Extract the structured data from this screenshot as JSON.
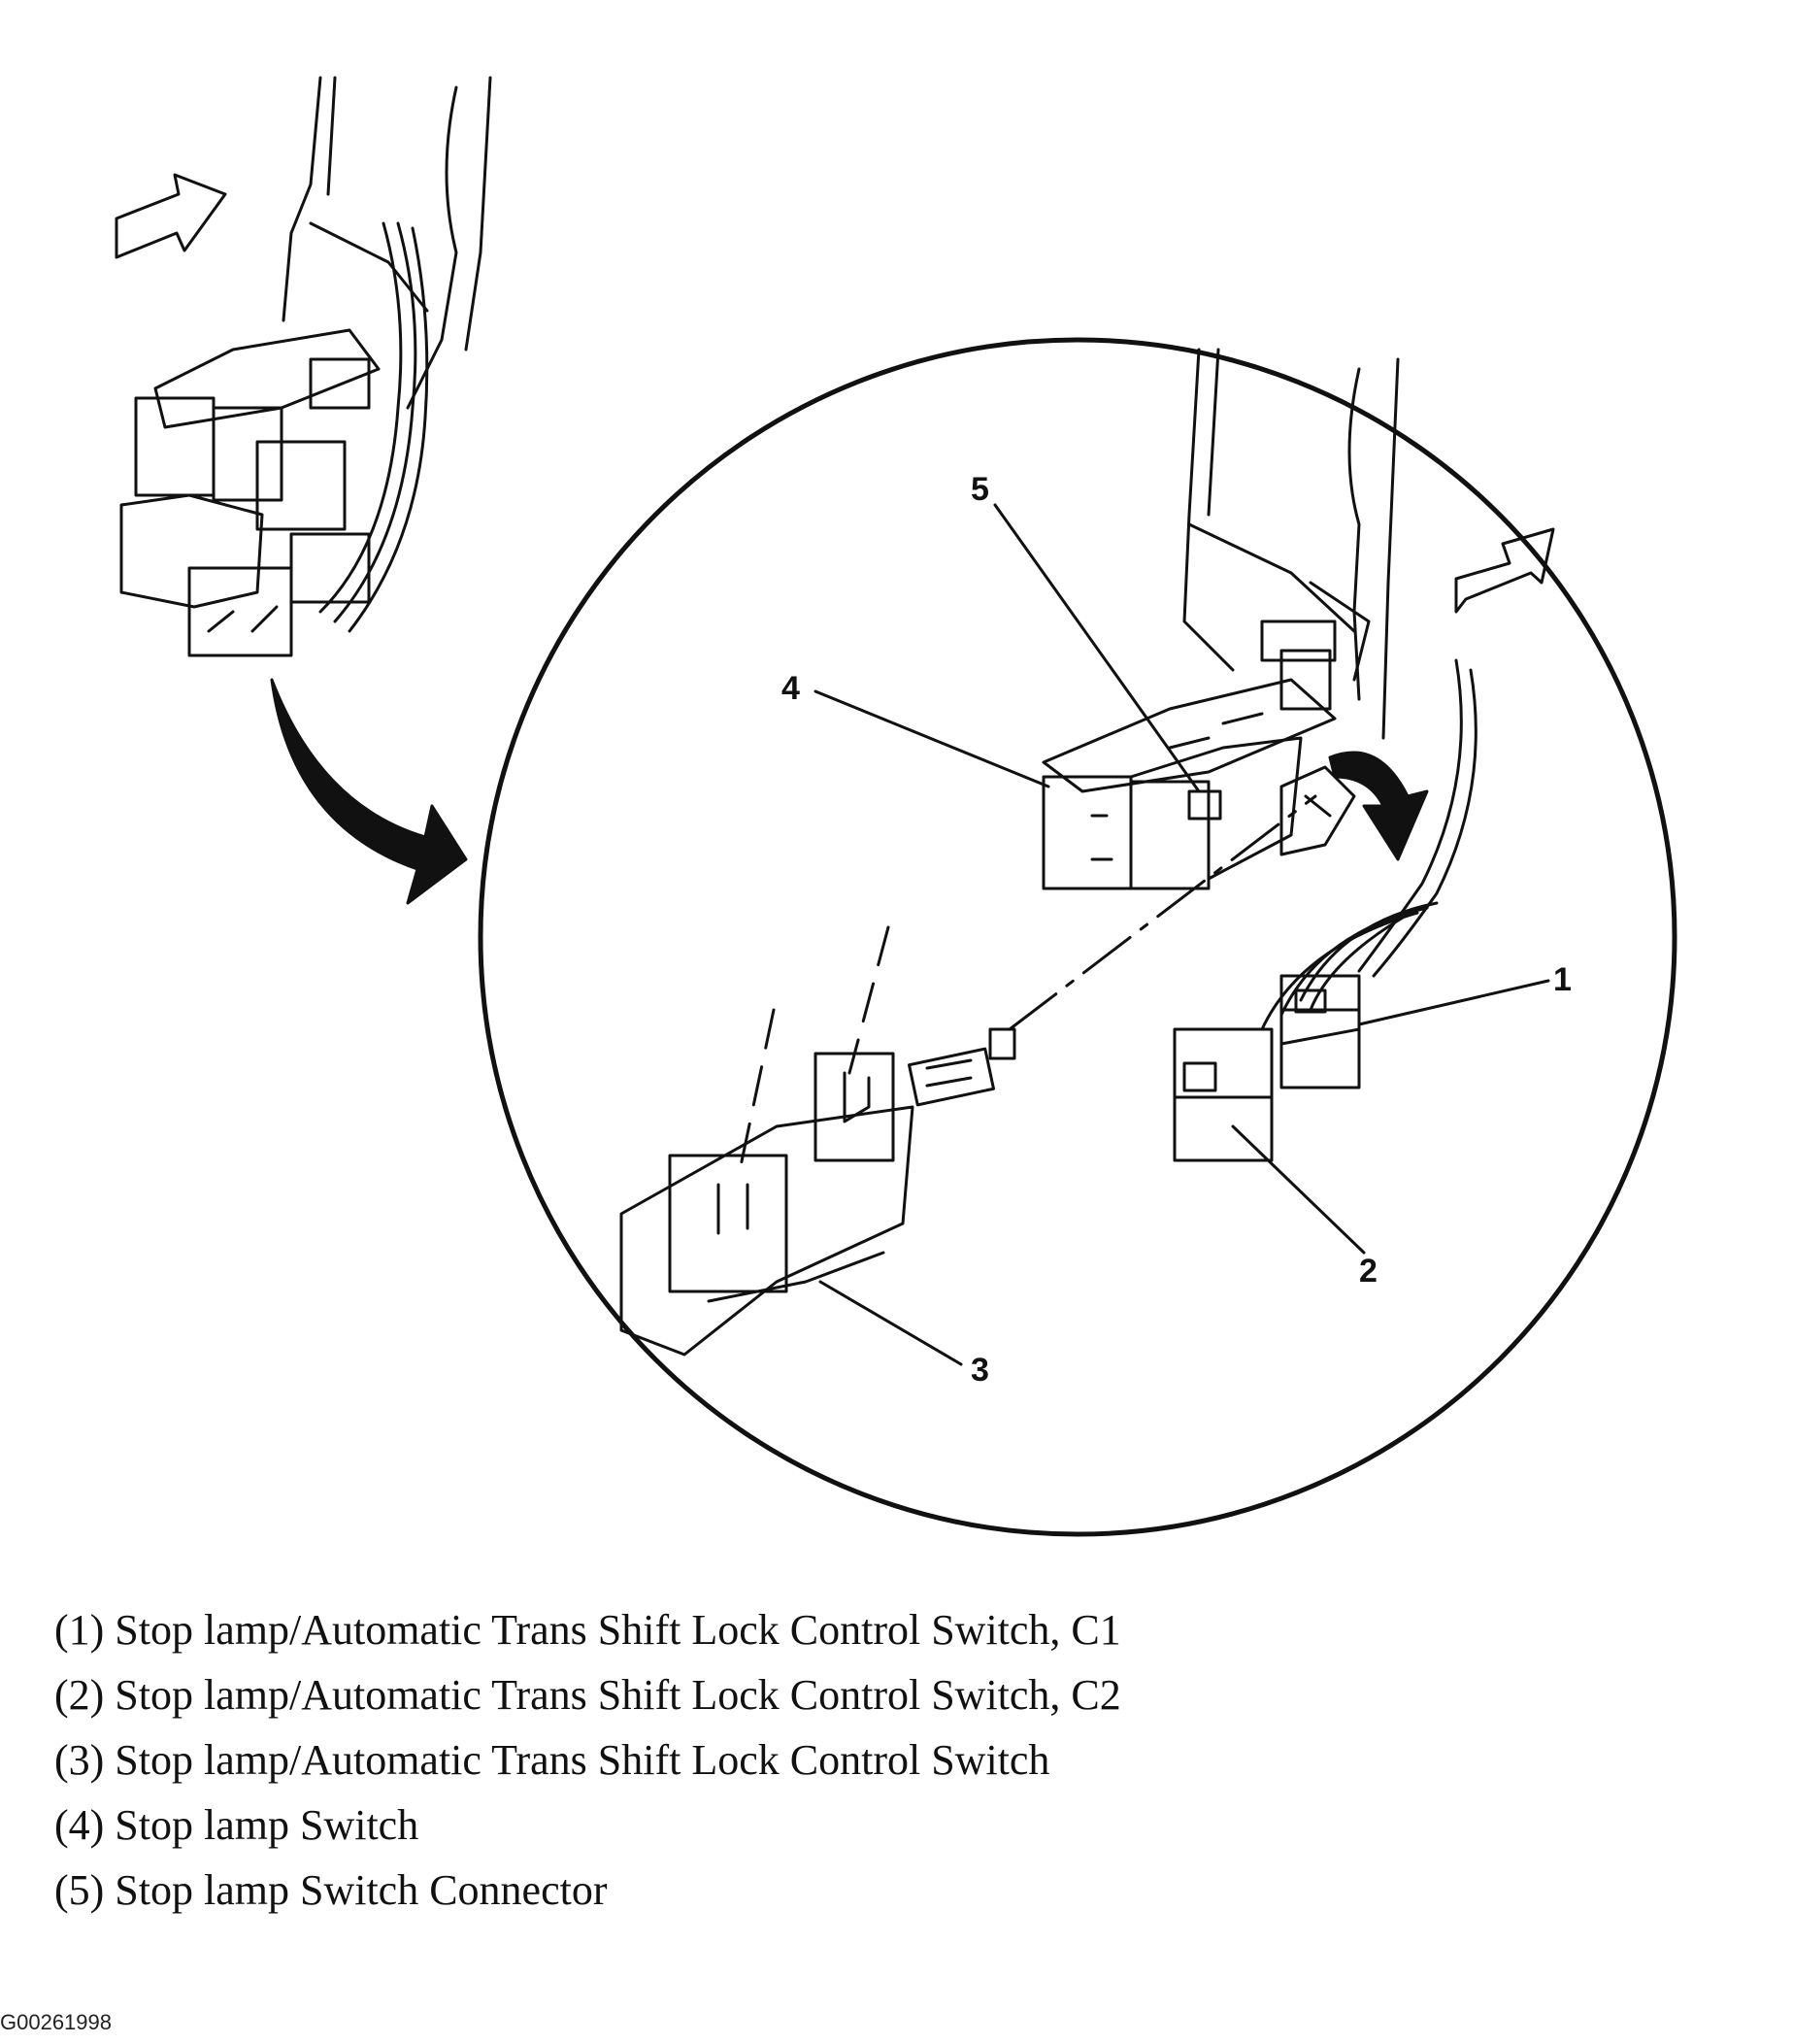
{
  "callouts": [
    "1",
    "2",
    "3",
    "4",
    "5"
  ],
  "legend": [
    "(1) Stop lamp/Automatic Trans Shift Lock Control Switch, C1",
    "(2) Stop lamp/Automatic Trans Shift Lock Control Switch, C2",
    "(3) Stop lamp/Automatic Trans Shift Lock Control Switch",
    "(4) Stop lamp Switch",
    "(5) Stop lamp Switch Connector"
  ],
  "figure_id": "G00261998",
  "colors": {
    "ink": "#111111",
    "background": "#ffffff"
  }
}
